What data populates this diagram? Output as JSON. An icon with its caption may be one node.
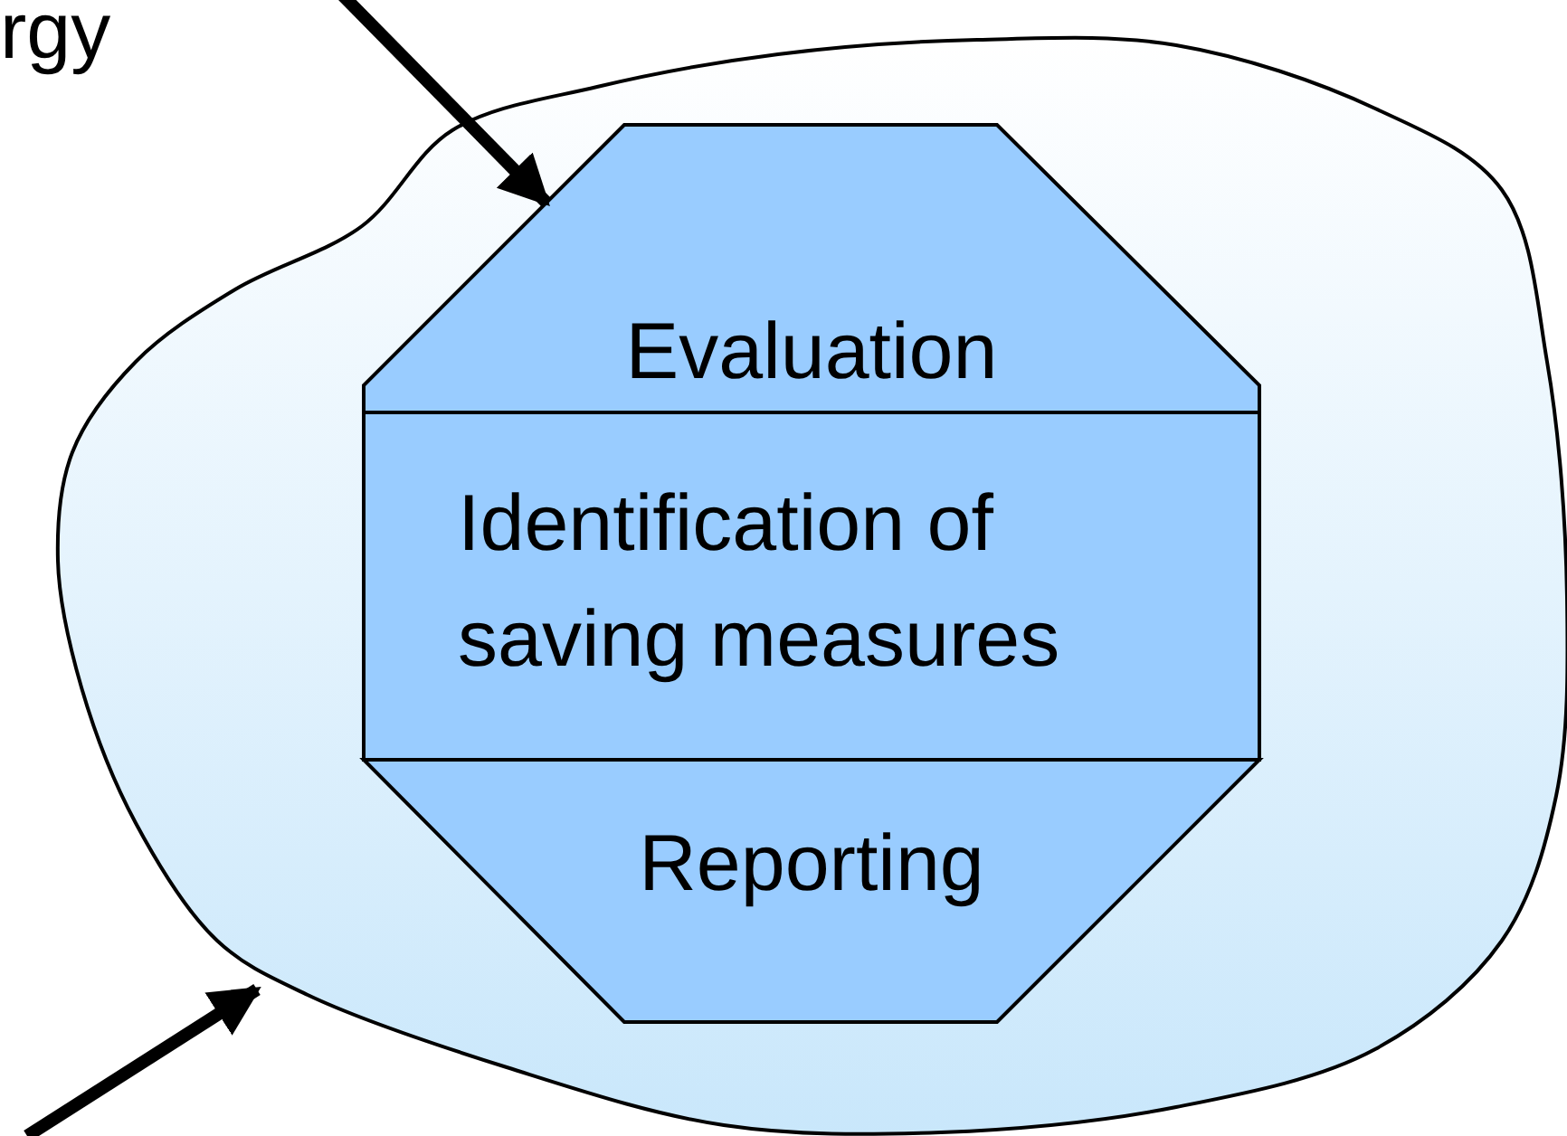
{
  "diagram": {
    "nodes": [
      {
        "text": [],
        "shape": "cloud"
      },
      {
        "text": [
          "Evaluation"
        ],
        "in": 0
      },
      {
        "text": [
          "Identification of saving measures"
        ],
        "in": 0
      },
      {
        "text": [
          "Reporting"
        ],
        "in": 0
      }
    ],
    "edges": [
      {
        "from": null,
        "to": 1,
        "arrow": "to"
      },
      {
        "from": null,
        "to": 0,
        "arrow": "to"
      }
    ],
    "labels": [
      "rgy"
    ]
  }
}
